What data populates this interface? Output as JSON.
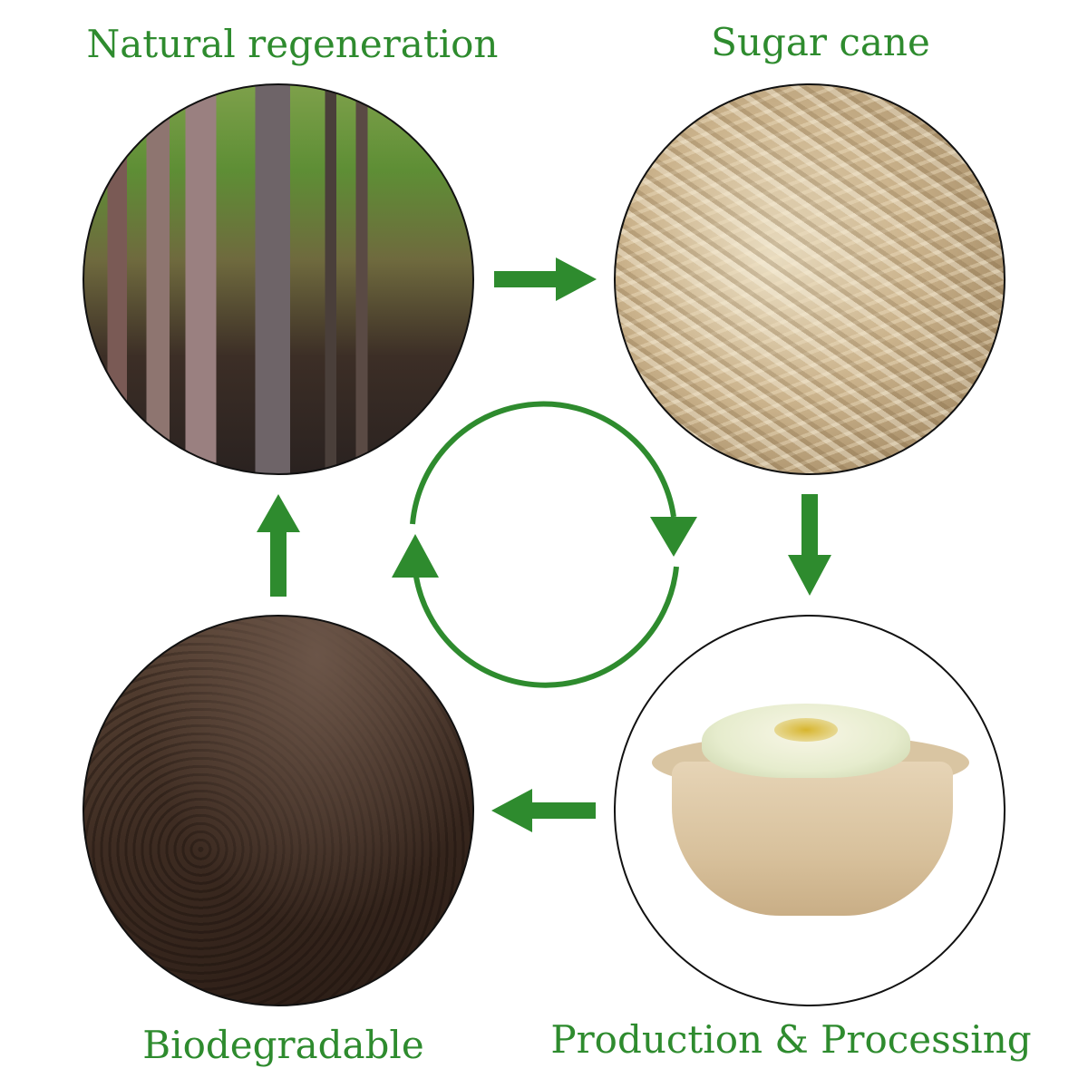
{
  "labels": {
    "natural_regeneration": "Natural regeneration",
    "sugar_cane": "Sugar cane",
    "biodegradable": "Biodegradable",
    "production_processing": "Production & Processing"
  },
  "photos": {
    "top_left": "sugar-cane-stalks",
    "top_right": "sugar-cane-bagasse-fibers",
    "bottom_left": "soil",
    "bottom_right": "bagasse-bowl-with-dip"
  },
  "colors": {
    "accent_green": "#2e8b2e",
    "circle_border": "#111111"
  },
  "flow": [
    "Natural regeneration",
    "Sugar cane",
    "Production & Processing",
    "Biodegradable"
  ]
}
